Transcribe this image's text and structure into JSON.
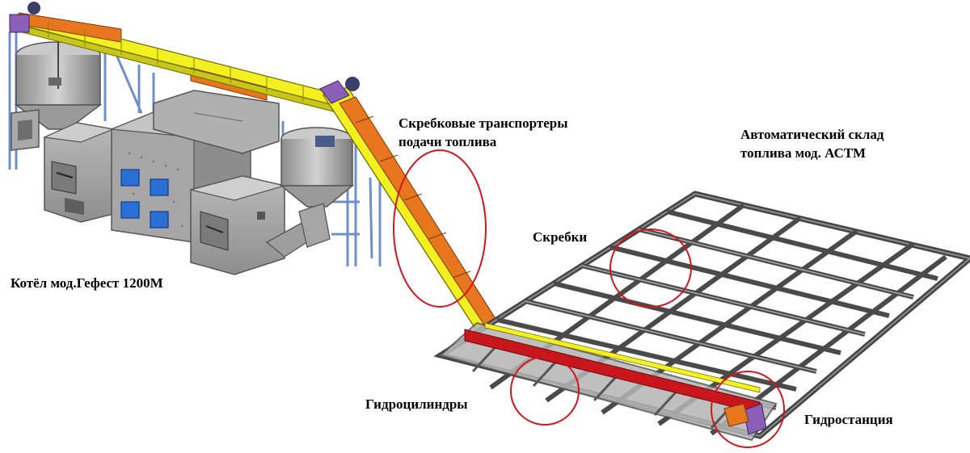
{
  "labels": {
    "scraper_conveyors_line1": "Скребковые транспортеры",
    "scraper_conveyors_line2": "подачи топлива",
    "warehouse_line1": "Автоматический склад",
    "warehouse_line2": "топлива мод. АСТМ",
    "scrapers": "Скребки",
    "boiler": "Котёл мод.Гефест 1200М",
    "hydraulic_cylinders": "Гидроцилиндры",
    "hydraulic_station": "Гидростанция"
  },
  "colors": {
    "conveyor_yellow": "#f3f021",
    "conveyor_orange": "#e8761f",
    "frame_dark": "#4a4a4a",
    "frame_light": "#9a9a9a",
    "beam_red": "#c8161c",
    "support_blue": "#6f8fc8",
    "hatch_blue": "#2a6fd6",
    "motor_purple": "#8b5fb8",
    "highlight_circle": "#d4141c"
  }
}
